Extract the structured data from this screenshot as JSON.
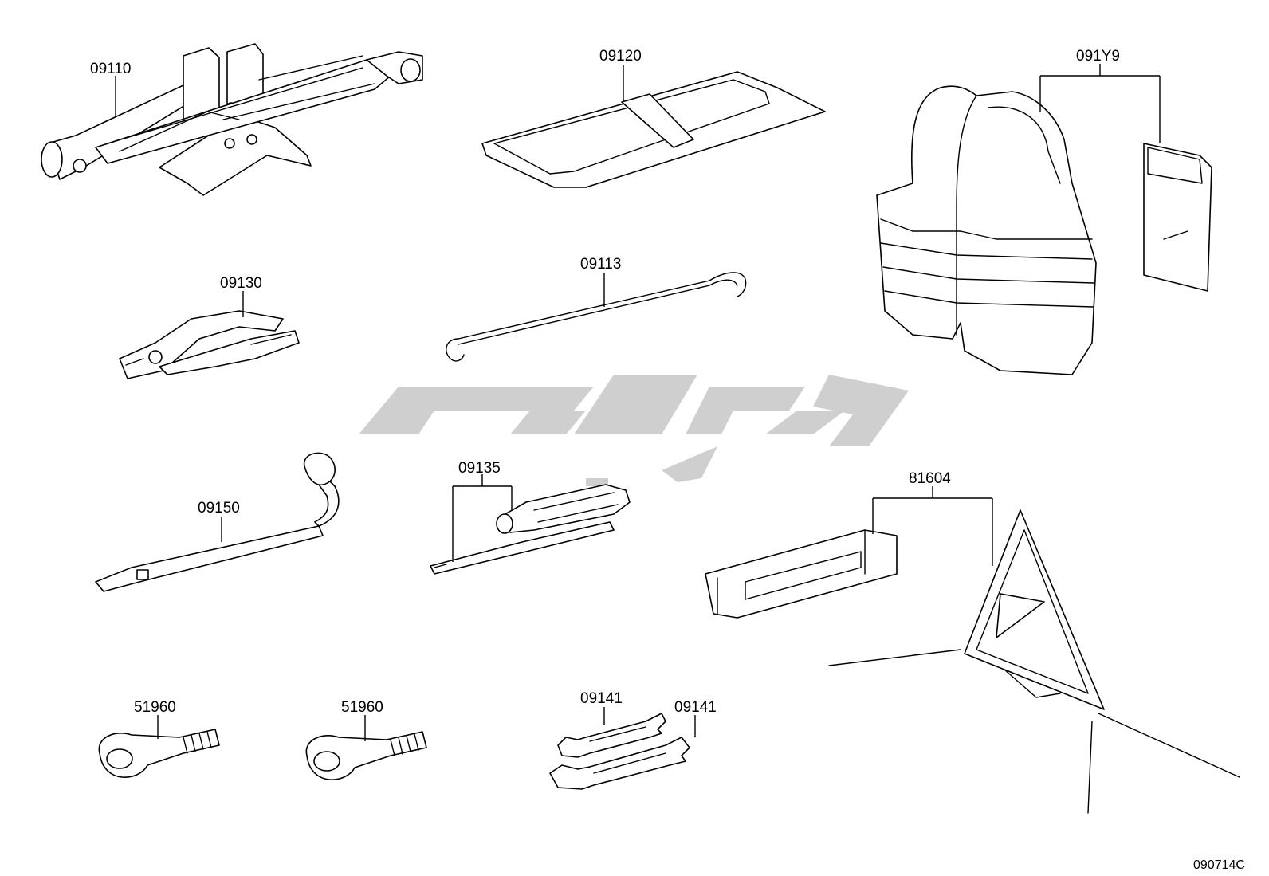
{
  "diagram": {
    "labels": {
      "jack": "09110",
      "tool_bag": "09120",
      "safety_vest": "091Y9",
      "pliers": "09130",
      "jack_handle": "09113",
      "wheel_wrench": "09150",
      "screwdriver": "09135",
      "warning_triangle": "81604",
      "towing_eye_1": "51960",
      "towing_eye_2": "51960",
      "spanner_1": "09141",
      "spanner_2": "09141"
    },
    "figure_code": "090714C"
  }
}
